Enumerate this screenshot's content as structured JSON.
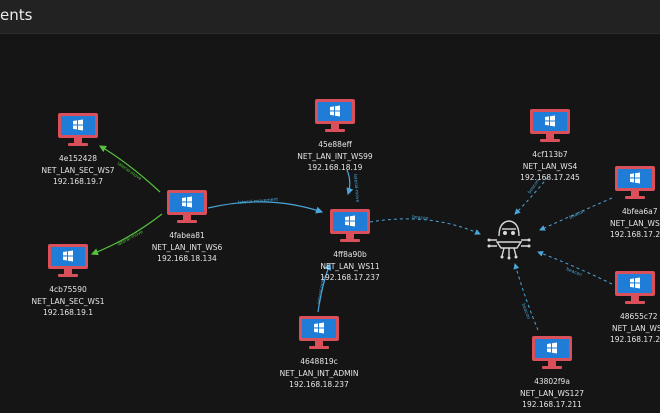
{
  "window": {
    "title": "ents"
  },
  "colors": {
    "link_green": "#55c23c",
    "link_blue": "#4aa6d8",
    "monitor_frame": "#d9505a",
    "screen": "#1f7dd8"
  },
  "nodes": [
    {
      "id": "4e152428",
      "name": "NET_LAN_SEC_WS7",
      "ip": "192.168.19.7"
    },
    {
      "id": "4fabea81",
      "name": "NET_LAN_INT_WS6",
      "ip": "192.168.18.134"
    },
    {
      "id": "4cb75590",
      "name": "NET_LAN_SEC_WS1",
      "ip": "192.168.19.1"
    },
    {
      "id": "45e88eff",
      "name": "NET_LAN_INT_WS99",
      "ip": "192.168.18.19"
    },
    {
      "id": "4ff8a90b",
      "name": "NET_LAN_WS11",
      "ip": "192.168.17.237"
    },
    {
      "id": "4648819c",
      "name": "NET_LAN_INT_ADMIN",
      "ip": "192.168.18.237"
    },
    {
      "id": "4cf113b7",
      "name": "NET_LAN_WS4",
      "ip": "192.168.17.245"
    },
    {
      "id": "4bfea6a7",
      "name": "NET_LAN_WS",
      "ip": "192.168.17.2"
    },
    {
      "id": "48655c72",
      "name": "NET_LAN_WS",
      "ip": "192.168.17.2"
    },
    {
      "id": "43802f9a",
      "name": "NET_LAN_WS127",
      "ip": "192.168.17.211"
    }
  ],
  "hub": {
    "icon": "hacker-icon"
  },
  "edges": [
    {
      "label": "lateral-move"
    },
    {
      "label": "lateral-move"
    },
    {
      "label": "lateral-movement"
    },
    {
      "label": "lateral-move"
    },
    {
      "label": "lateral-move"
    },
    {
      "label": "beacon"
    },
    {
      "label": "beacon"
    },
    {
      "label": "beacon"
    },
    {
      "label": "beacon"
    },
    {
      "label": "beacon"
    }
  ]
}
